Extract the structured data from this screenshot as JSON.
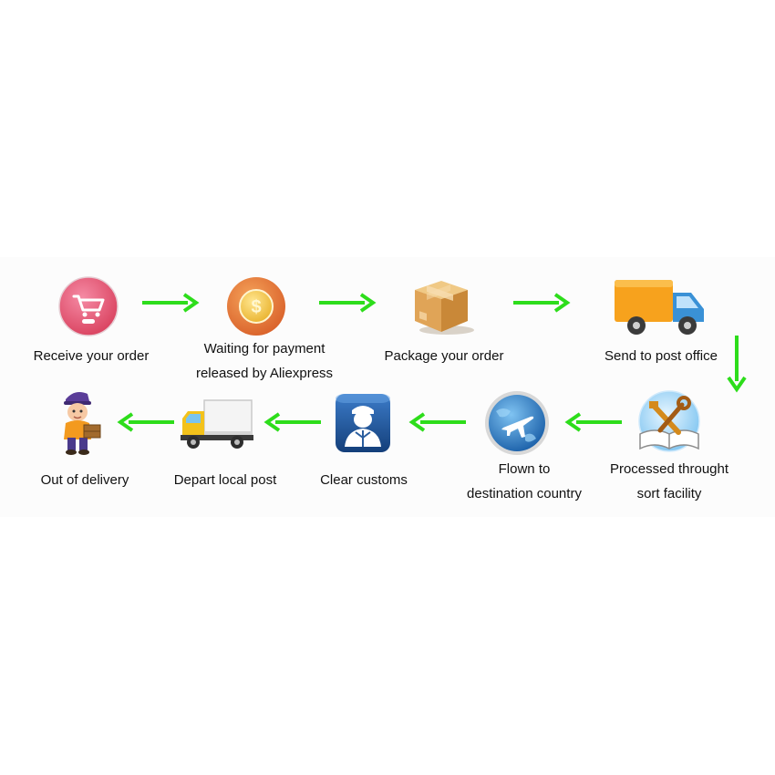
{
  "steps": [
    {
      "lines": [
        "Receive your order"
      ],
      "icon": "cart-icon"
    },
    {
      "lines": [
        "Waiting for payment",
        "released by Aliexpress"
      ],
      "icon": "coin-icon"
    },
    {
      "lines": [
        "Package your order"
      ],
      "icon": "package-box-icon"
    },
    {
      "lines": [
        "Send to post office"
      ],
      "icon": "delivery-van-icon"
    },
    {
      "lines": [
        "Processed throught",
        "sort facility"
      ],
      "icon": "tools-book-icon"
    },
    {
      "lines": [
        "Flown to",
        "destination country"
      ],
      "icon": "globe-airplane-icon"
    },
    {
      "lines": [
        "Clear customs"
      ],
      "icon": "customs-officer-icon"
    },
    {
      "lines": [
        "Depart local post"
      ],
      "icon": "box-truck-icon"
    },
    {
      "lines": [
        "Out of delivery"
      ],
      "icon": "courier-icon"
    }
  ],
  "colors": {
    "arrow": "#2ddd1b",
    "text": "#111111"
  }
}
